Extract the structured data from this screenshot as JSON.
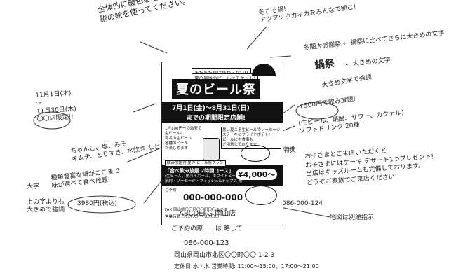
{
  "annotations": {
    "overall_color": "全体的に暖色を基本にして\n鍋の絵を使ってください。",
    "winter_nabe": "冬こそ鍋!\nアツアツホカホカをみんなで囲む!",
    "winter_sale": "冬期大感謝祭 ← 鍋祭に比べてさらに大きめの文字",
    "nabe_matsuri": "鍋祭",
    "nabe_matsuri_note": "← 大きめの文字",
    "dates": "11月1日(木)\n〜\n11月30日(木)\n〇〇店限定!!",
    "large_blue": "大きめ文字で強調",
    "price500": "+500円で飲み放題!",
    "drinks": "(生ビール、焼酎、サワー、カクテル)\nソフトドリンク 20種",
    "benefit_label": "特典",
    "benefit_text": "お子さまとご来店いただくと\nお子さまにはケーキ デザート1つプレゼント!\n当店はキッズルームも完備しております。\nどうぞご家族でご来店ください!",
    "left_lines": "ちゃんこ、塩、みそ\nキムチ、とりすき、水炊き など",
    "big_char": "大字",
    "abundant": "種類豊富な鍋がここまで\n味が選べて食べ放題!",
    "upper_large": "上の字よりも\n大きめで強調",
    "price3980": "3980円(税込)",
    "phone_note": "086-000-124",
    "map_note": "地図は別途指示"
  },
  "shop": {
    "name": "ABCDEFG 岡山店",
    "reserve": "ご予約の際……は 略して",
    "phone": "086-000-123",
    "address": "岡山県岡山市北区〇〇町〇〇 1-2-3",
    "hours": "定休日:水・木  営業時間: 11:00〜15:00、17:00〜21:00"
  },
  "flyer": {
    "tag1": "まだまだ夏は終わらない!!",
    "tag2": "夏の最後のビールはチケット!",
    "title": "夏のビール祭",
    "period1": "7月1日(金)〜8月31日(日)",
    "period2": "までの期間限定店舗!",
    "left_block": "1杯100円〜の激安で\n生ビールに\n有名の生ビール\n各種のビール\nが楽しめます",
    "right_block": "暑い夏こそ生ビールでソーセージ\nステーキにフライドポテト!\nビールにも食事も\nご用意しております",
    "course_label": "飲み放題付 夏の ビール祭プラン",
    "course": "「食べ飲み放題 2時間コース」",
    "course_items": "(生ビール、角ハイボール、ホワイトビール 他\n焼酎・ソーセージ・フィッシュ&チップス 他)",
    "price": "¥4,000〜",
    "phone_label": "ご予約",
    "phone": "000-000-000",
    "address": "FAX 岡山県〇〇区〇〇町〇〇 1-2-3",
    "hours": "営業時間 〇〇:〇〇〜〇〇:〇〇"
  }
}
